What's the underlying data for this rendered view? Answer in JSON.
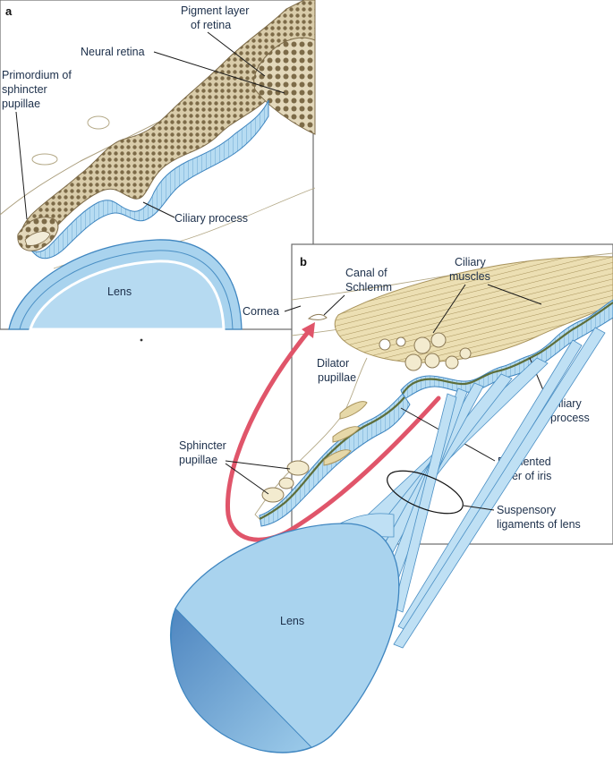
{
  "panel_a": {
    "letter": "a",
    "labels": {
      "pigment_layer": [
        "Pigment layer",
        "of retina"
      ],
      "neural_retina": "Neural retina",
      "primordium": [
        "Primordium of",
        "sphincter",
        "pupillae"
      ],
      "ciliary_process": "Ciliary process",
      "lens": "Lens"
    }
  },
  "panel_b": {
    "letter": "b",
    "labels": {
      "canal": [
        "Canal of",
        "Schlemm"
      ],
      "ciliary_muscles": [
        "Ciliary",
        "muscles"
      ],
      "cornea": "Cornea",
      "dilator": [
        "Dilator",
        "pupillae"
      ],
      "ciliary_process": [
        "Ciliary",
        "process"
      ],
      "sphincter": [
        "Sphincter",
        "pupillae"
      ],
      "pigmented_iris": [
        "Pigmented",
        "layer of iris"
      ],
      "suspensory": [
        "Suspensory",
        "ligaments of lens"
      ],
      "lens": "Lens"
    }
  },
  "colors": {
    "tissue_blue": "#a9d3ee",
    "tissue_blue_dark": "#4a8fc4",
    "pigment_brown": "#8c7a55",
    "pigment_fill": "#d9ccaa",
    "muscle_tan": "#e6d8a8",
    "arrow_red": "#e0556a"
  }
}
